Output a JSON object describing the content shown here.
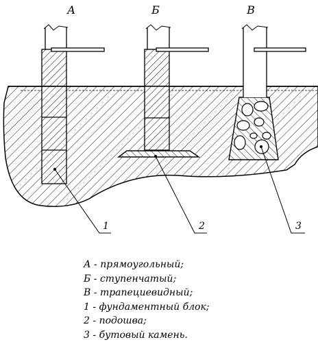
{
  "diagram": {
    "column_labels": [
      "А",
      "Б",
      "В"
    ],
    "callout_numbers": [
      "1",
      "2",
      "3"
    ]
  },
  "legend": [
    {
      "key": "А",
      "text": "прямоугольный;"
    },
    {
      "key": "Б",
      "text": "ступенчатый;"
    },
    {
      "key": "В",
      "text": "трапециевидный;"
    },
    {
      "key": "1",
      "text": "фундаментный блок;"
    },
    {
      "key": "2",
      "text": "подошва;"
    },
    {
      "key": "3",
      "text": "бутовый камень."
    }
  ]
}
